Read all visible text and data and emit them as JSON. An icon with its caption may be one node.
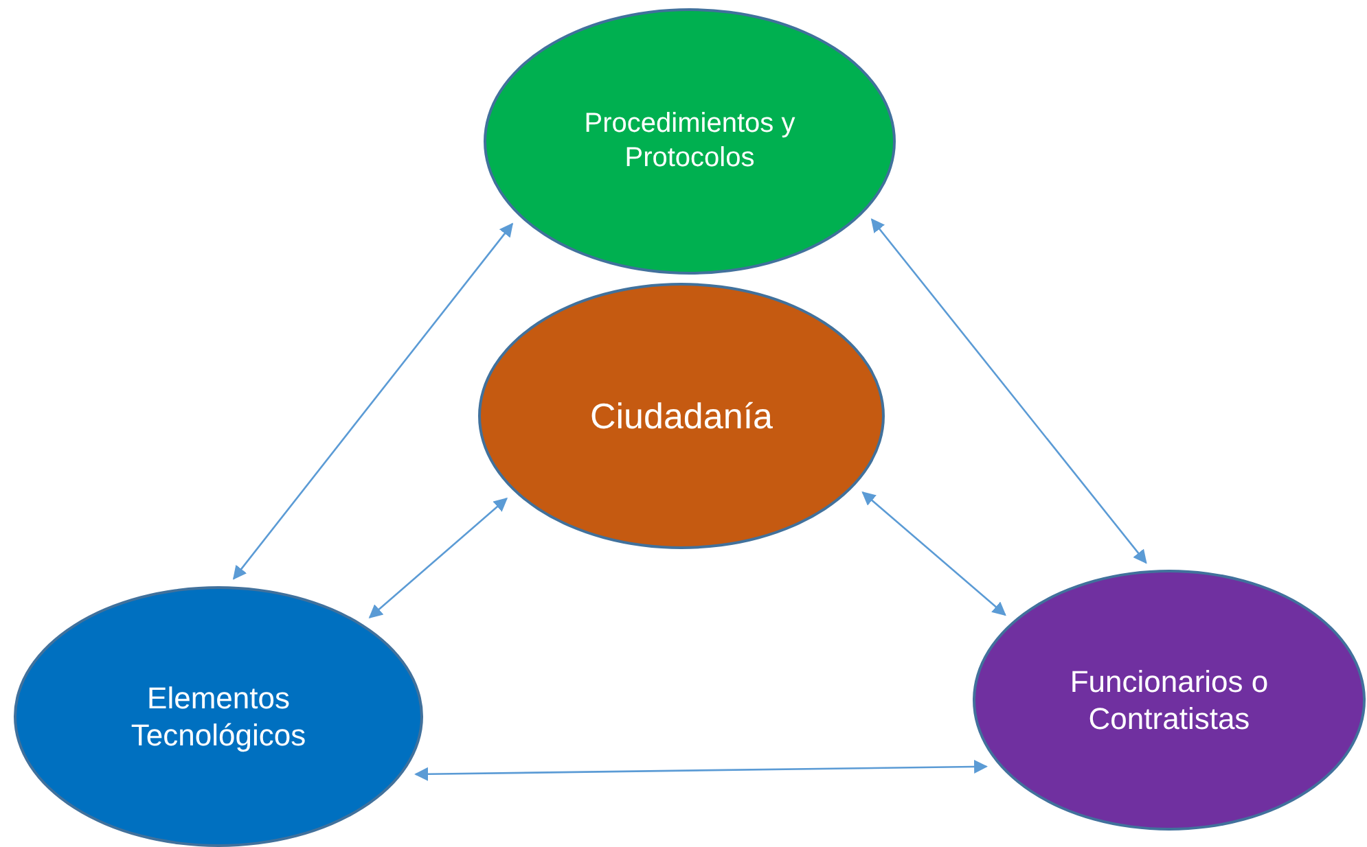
{
  "diagram": {
    "nodes": [
      {
        "text": [
          "Procedimientos y Protocolos"
        ]
      },
      {
        "text": [
          "Ciudadanía"
        ]
      },
      {
        "text": [
          "Elementos Tecnológicos"
        ]
      },
      {
        "text": [
          "Funcionarios o Contratistas"
        ]
      }
    ],
    "edges": [
      {
        "from": 2,
        "to": 0,
        "arrow": "both"
      },
      {
        "from": 0,
        "to": 3,
        "arrow": "both"
      },
      {
        "from": 2,
        "to": 1,
        "arrow": "both"
      },
      {
        "from": 1,
        "to": 3,
        "arrow": "both"
      },
      {
        "from": 2,
        "to": 3,
        "arrow": "both"
      }
    ]
  }
}
